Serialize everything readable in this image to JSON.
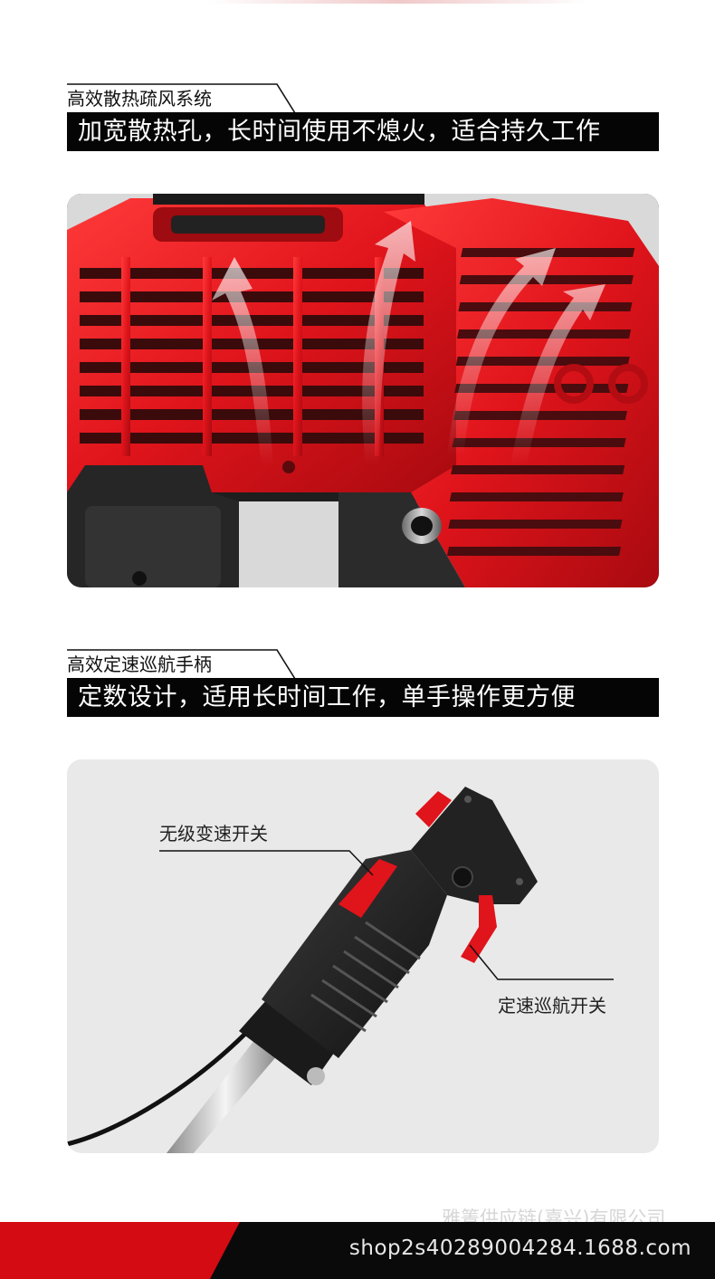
{
  "section1": {
    "subtitle": "高效散热疏风系统",
    "banner": "加宽散热孔，长时间使用不熄火，适合持久工作"
  },
  "section2": {
    "subtitle": "高效定速巡航手柄",
    "banner": "定数设计，适用长时间工作，单手操作更方便",
    "callouts": {
      "variable_speed_switch": "无级变速开关",
      "cruise_switch": "定速巡航开关"
    }
  },
  "watermark": "雅箐供应链(嘉兴)有限公司",
  "footer": {
    "url": "shop2s40289004284.1688.com"
  },
  "colors": {
    "brand_red": "#d40b12",
    "banner_black": "#050505",
    "panel_gray": "#e9e9e9"
  }
}
